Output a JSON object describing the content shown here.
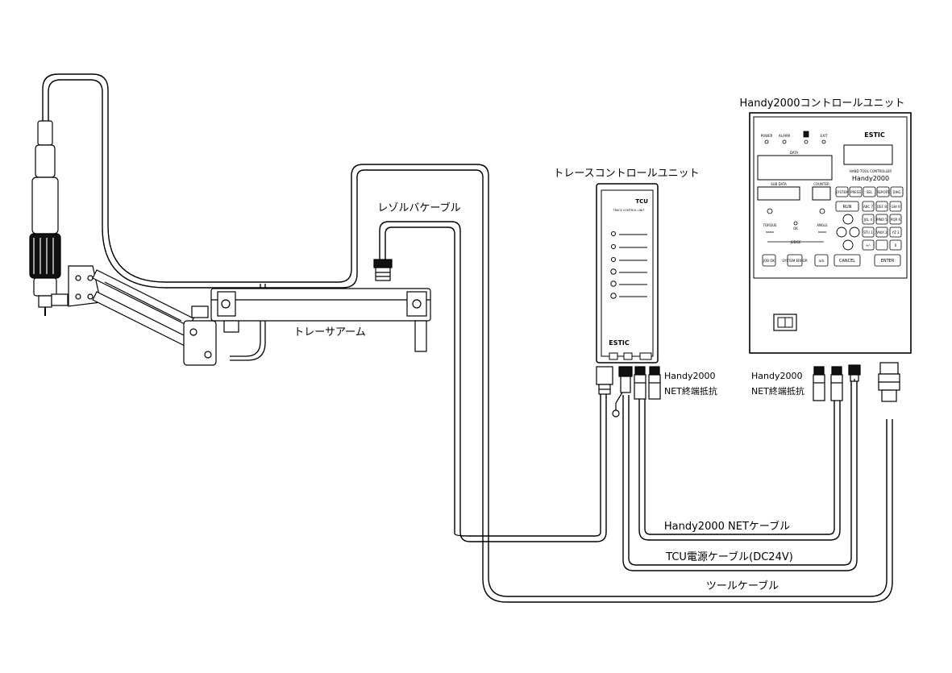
{
  "labels": {
    "control_unit_title": "Handy2000コントロールユニット",
    "trace_unit_title": "トレースコントロールユニット",
    "resolver_cable": "レゾルバケーブル",
    "tracer_arm": "トレーサアーム",
    "net_term_left_1": "Handy2000",
    "net_term_left_2": "NET終端抵抗",
    "net_term_right_1": "Handy2000",
    "net_term_right_2": "NET終端抵抗",
    "net_cable": "Handy2000 NETケーブル",
    "power_cable": "TCU電源ケーブル(DC24V)",
    "tool_cable": "ツールケーブル"
  },
  "tcu": {
    "model": "TCU",
    "subtitle": "TRACE CONTROL UNIT",
    "brand": "ESTIC"
  },
  "controller": {
    "brand": "ESTIC",
    "subtitle": "HAND TOOL CONTROLLER",
    "model": "Handy2000",
    "indicators": [
      "POWER",
      "ALARM",
      "EXIT"
    ],
    "data_label": "DATA",
    "sub_label": "SUB.DATA",
    "counter_label": "COUNTER",
    "torque_label": "TORQUE",
    "ok_label": "OK",
    "angle_label": "ANGLE",
    "judge_label": "JUDGE",
    "run_label": "RUN",
    "func_keys": [
      "SYSTEM",
      "PRESS",
      "SEL",
      "REPORT",
      "DIAG"
    ],
    "keypad": [
      [
        "ABC 7",
        "DEF 8",
        "GHI 9"
      ],
      [
        "JKL 4",
        "MNO 5",
        "PQR 6"
      ],
      [
        "STU 1",
        "VWX 2",
        "YZ 3"
      ],
      [
        "+/- ",
        ". ",
        "0"
      ]
    ],
    "bottom_keys": [
      "JOB OK",
      "SYSTEM ERROR",
      "ack",
      "CANCEL",
      "ENTER"
    ]
  }
}
